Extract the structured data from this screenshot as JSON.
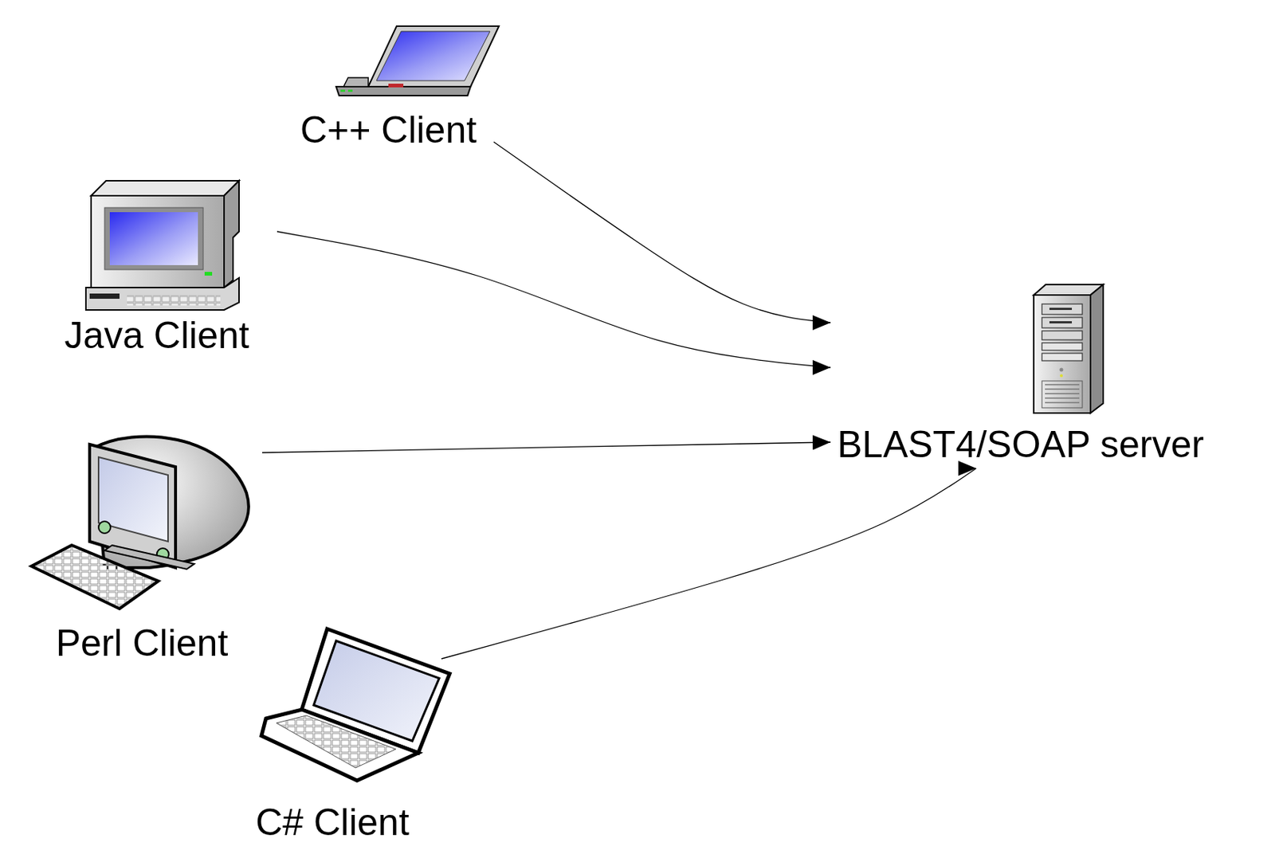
{
  "diagram": {
    "nodes": [
      {
        "text": [
          "C++ Client"
        ]
      },
      {
        "text": [
          "Java Client"
        ]
      },
      {
        "text": [
          "Perl Client"
        ]
      },
      {
        "text": [
          "C# Client"
        ]
      },
      {
        "text": [
          "BLAST4/SOAP server"
        ]
      }
    ],
    "edges": [
      {
        "from": 0,
        "to": 4,
        "arrow": "to"
      },
      {
        "from": 1,
        "to": 4,
        "arrow": "to"
      },
      {
        "from": 2,
        "to": 4,
        "arrow": "to"
      },
      {
        "from": 3,
        "to": 4,
        "arrow": "to"
      }
    ]
  }
}
